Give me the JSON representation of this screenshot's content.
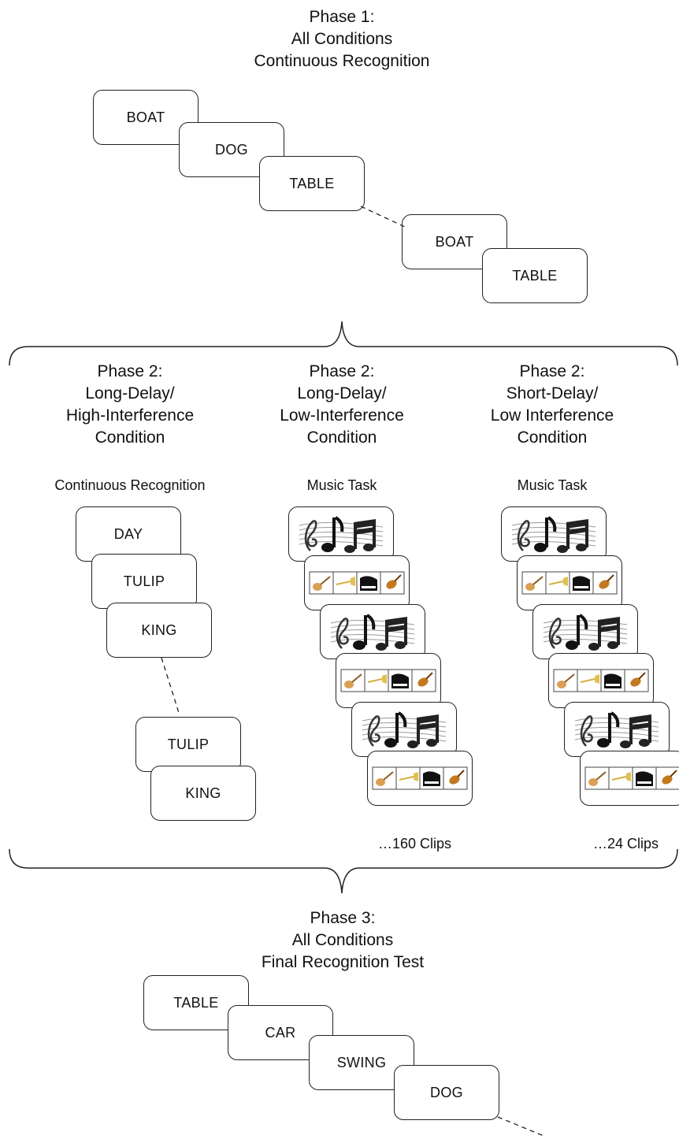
{
  "phase1": {
    "title_lines": [
      "Phase 1:",
      "All Conditions",
      "Continuous Recognition"
    ],
    "cards": [
      "BOAT",
      "DOG",
      "TABLE",
      "BOAT",
      "TABLE"
    ]
  },
  "phase2": {
    "long_high": {
      "title_lines": [
        "Phase 2:",
        "Long-Delay/",
        "High-Interference",
        "Condition"
      ],
      "task": "Continuous Recognition",
      "cards": [
        "DAY",
        "TULIP",
        "KING",
        "TULIP",
        "KING"
      ]
    },
    "long_low": {
      "title_lines": [
        "Phase 2:",
        "Long-Delay/",
        "Low-Interference",
        "Condition"
      ],
      "task": "Music Task",
      "count": "…160 Clips"
    },
    "short_low": {
      "title_lines": [
        "Phase 2:",
        "Short-Delay/",
        "Low Interference",
        "Condition"
      ],
      "task": "Music Task",
      "count": "…24 Clips"
    }
  },
  "phase3": {
    "title_lines": [
      "Phase 3:",
      "All Conditions",
      "Final Recognition Test"
    ],
    "cards": [
      "TABLE",
      "CAR",
      "SWING",
      "DOG"
    ]
  },
  "icons": {
    "music_notes": "music-notes-icon",
    "instruments": [
      "guitar-icon",
      "trumpet-icon",
      "piano-icon",
      "violin-icon"
    ]
  }
}
